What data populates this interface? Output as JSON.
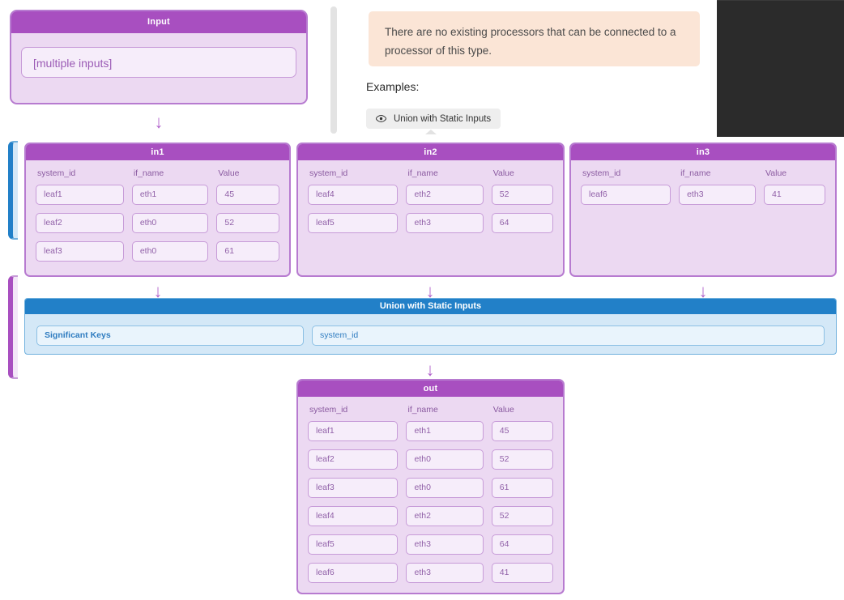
{
  "input_card": {
    "title": "Input",
    "field_value": "[multiple inputs]"
  },
  "info_panel": {
    "alert_text": "There are no existing processors that can be connected to a processor of this type.",
    "examples_label": "Examples:",
    "example_button": {
      "icon": "eye-icon",
      "label": "Union with Static Inputs"
    }
  },
  "columns": [
    "system_id",
    "if_name",
    "Value"
  ],
  "nodes": {
    "in1": {
      "title": "in1",
      "rows": [
        {
          "system_id": "leaf1",
          "if_name": "eth1",
          "value": "45"
        },
        {
          "system_id": "leaf2",
          "if_name": "eth0",
          "value": "52"
        },
        {
          "system_id": "leaf3",
          "if_name": "eth0",
          "value": "61"
        }
      ]
    },
    "in2": {
      "title": "in2",
      "rows": [
        {
          "system_id": "leaf4",
          "if_name": "eth2",
          "value": "52"
        },
        {
          "system_id": "leaf5",
          "if_name": "eth3",
          "value": "64"
        }
      ]
    },
    "in3": {
      "title": "in3",
      "rows": [
        {
          "system_id": "leaf6",
          "if_name": "eth3",
          "value": "41"
        }
      ]
    },
    "out": {
      "title": "out",
      "rows": [
        {
          "system_id": "leaf1",
          "if_name": "eth1",
          "value": "45"
        },
        {
          "system_id": "leaf2",
          "if_name": "eth0",
          "value": "52"
        },
        {
          "system_id": "leaf3",
          "if_name": "eth0",
          "value": "61"
        },
        {
          "system_id": "leaf4",
          "if_name": "eth2",
          "value": "52"
        },
        {
          "system_id": "leaf5",
          "if_name": "eth3",
          "value": "64"
        },
        {
          "system_id": "leaf6",
          "if_name": "eth3",
          "value": "41"
        }
      ]
    }
  },
  "processor": {
    "title": "Union with Static Inputs",
    "param_label": "Significant Keys",
    "param_value": "system_id"
  },
  "arrows": {
    "glyph": "↓"
  },
  "colors": {
    "node_header": "#a84fc0",
    "node_body": "#ecd9f2",
    "node_border": "#b77bd0",
    "processor_header": "#2280c8",
    "processor_body": "#d4e8f7",
    "alert_background": "#fbe5d6",
    "arrow": "#b264cc"
  }
}
